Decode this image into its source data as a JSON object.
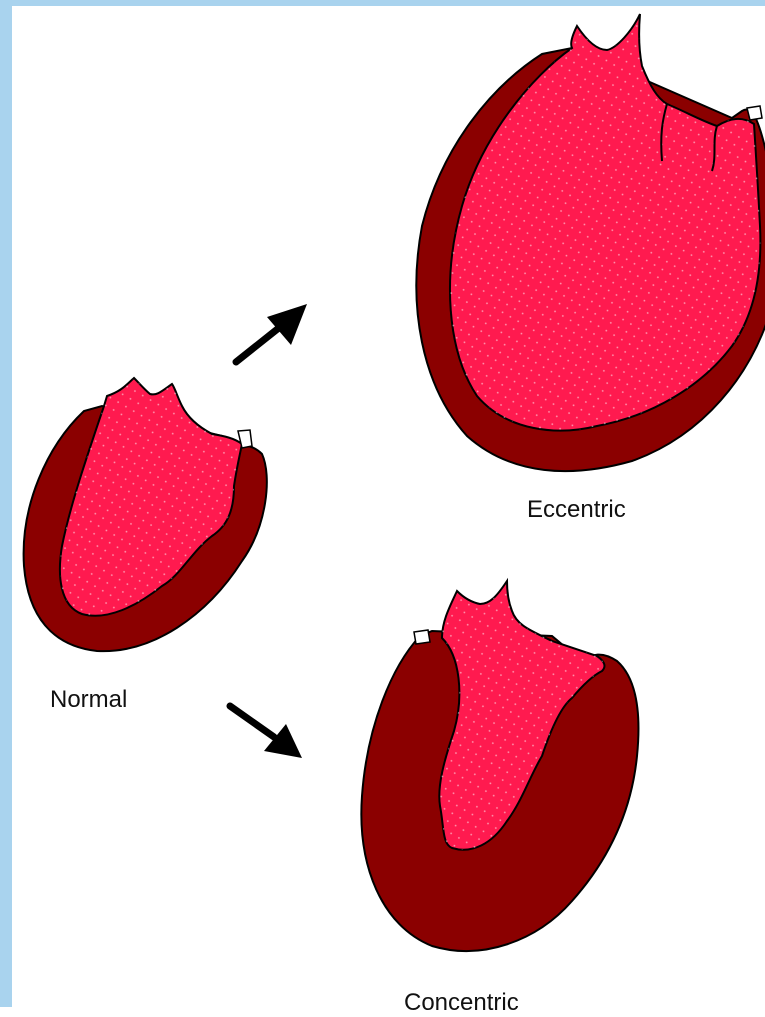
{
  "colors": {
    "frame": "#a9d3ee",
    "myocardium": "#8b0000",
    "cavity": "#ff1a4f",
    "outline": "#000000",
    "arrow": "#000000"
  },
  "labels": {
    "normal": "Normal",
    "eccentric": "Eccentric",
    "concentric": "Concentric"
  }
}
